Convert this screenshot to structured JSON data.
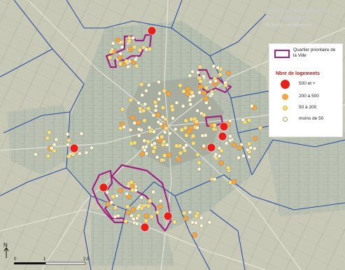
{
  "map": {
    "title_line1": "Nombre de logements",
    "title_line2": "par résidences",
    "subtitle": "(Échelle - résidences)",
    "colors": {
      "qpv_outline": "#a1237f",
      "district_boundary": "#2f4fa0",
      "large_marker": "#e8201a",
      "medium_marker": "#f2a443",
      "small_marker": "#f8de7a",
      "tiny_marker": "#fdf6d9"
    }
  },
  "legend": {
    "qpv_label": "Quartier prioritaire de la Ville",
    "size_heading": "Nbre de logements",
    "classes": [
      {
        "label": "500 et +",
        "color": "#e8201a"
      },
      {
        "label": "200  à  500",
        "color": "#f2a443"
      },
      {
        "label": "50  à  200",
        "color": "#f8de7a"
      },
      {
        "label": "moins de 50",
        "color": "#fdf6d9"
      }
    ]
  },
  "scale": {
    "labels": [
      "0",
      "1",
      "2,5"
    ]
  },
  "north_arrow": {
    "label": "N"
  }
}
